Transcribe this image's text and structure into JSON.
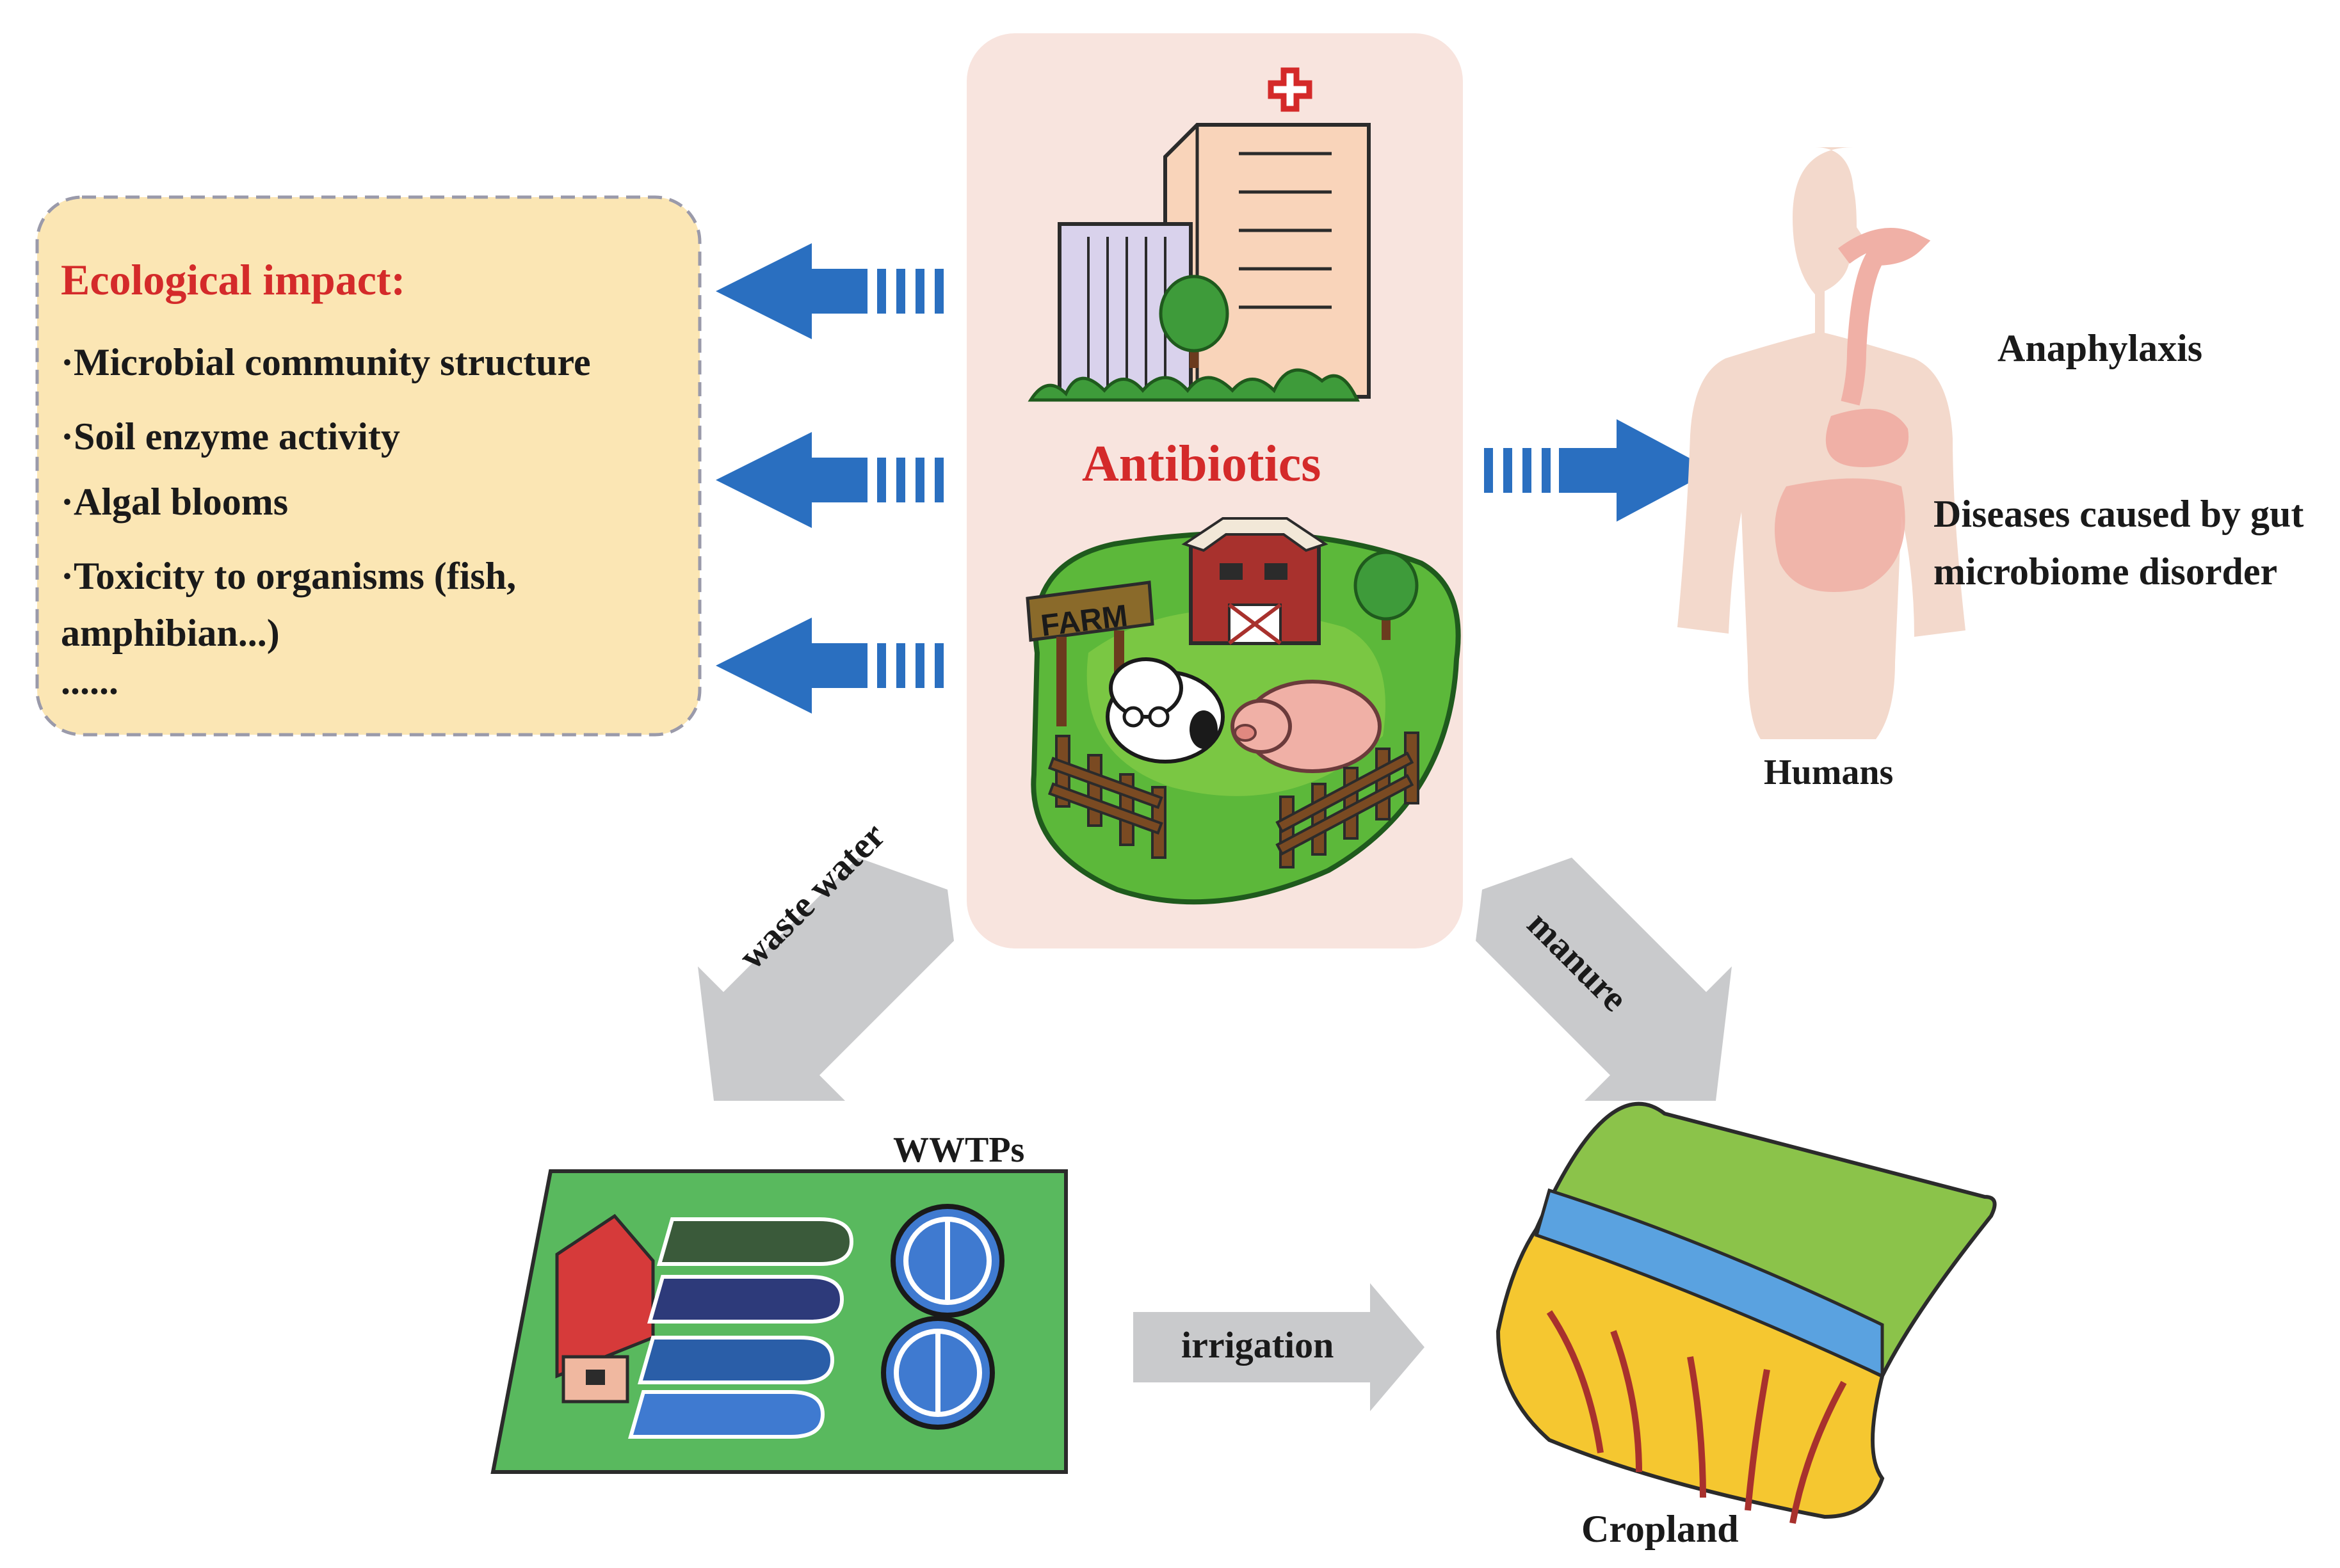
{
  "ecological_impact": {
    "title": "Ecological impact:",
    "items": [
      "·Microbial community structure",
      "·Soil enzyme activity",
      "·Algal blooms",
      "·Toxicity to organisms (fish,",
      "amphibian...)",
      "......"
    ]
  },
  "center": {
    "label": "Antibiotics",
    "farm_sign": "FARM"
  },
  "humans": {
    "effect_1": "Anaphylaxis",
    "effect_2": "Diseases caused by gut microbiome disorder",
    "label": "Humans"
  },
  "pathways": {
    "left": "waste water",
    "right": "manure",
    "bottom": "irrigation"
  },
  "wwtps": {
    "label": "WWTPs"
  },
  "cropland": {
    "label": "Cropland"
  },
  "colors": {
    "accent_red": "#d42a2a",
    "arrow_blue": "#2a6fc0",
    "arrow_gray": "#c9cacc",
    "center_panel": "#f8e4de",
    "impact_panel": "#fbe6b4"
  }
}
